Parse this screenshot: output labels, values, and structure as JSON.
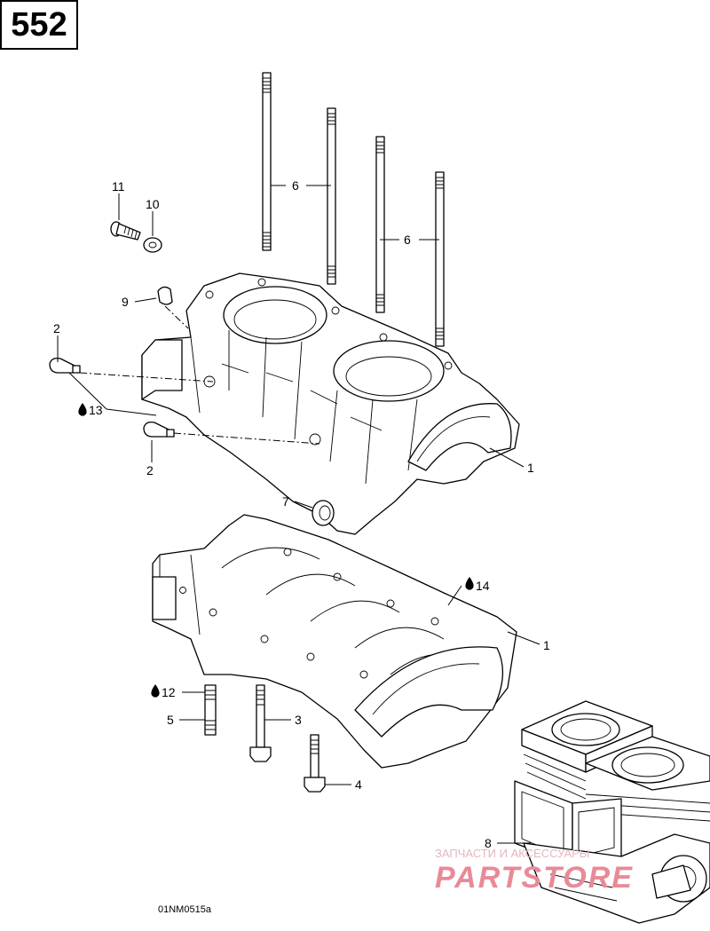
{
  "page_number": "552",
  "reference_code": "01NM0515a",
  "watermark": {
    "line1": "ЗАПЧАСТИ И АКСЕССУАРЫ",
    "line2": "PARTSTORE"
  },
  "callouts": [
    {
      "id": "c11",
      "text": "11"
    },
    {
      "id": "c10",
      "text": "10"
    },
    {
      "id": "c6a",
      "text": "6"
    },
    {
      "id": "c6b",
      "text": "6"
    },
    {
      "id": "c9",
      "text": "9"
    },
    {
      "id": "c2a",
      "text": "2"
    },
    {
      "id": "c13",
      "text": "13"
    },
    {
      "id": "c2b",
      "text": "2"
    },
    {
      "id": "c1a",
      "text": "1"
    },
    {
      "id": "c7",
      "text": "7"
    },
    {
      "id": "c14",
      "text": "14"
    },
    {
      "id": "c1b",
      "text": "1"
    },
    {
      "id": "c12",
      "text": "12"
    },
    {
      "id": "c5",
      "text": "5"
    },
    {
      "id": "c3",
      "text": "3"
    },
    {
      "id": "c4",
      "text": "4"
    },
    {
      "id": "c8",
      "text": "8"
    }
  ],
  "icons": [
    "oil-drop-icon"
  ]
}
